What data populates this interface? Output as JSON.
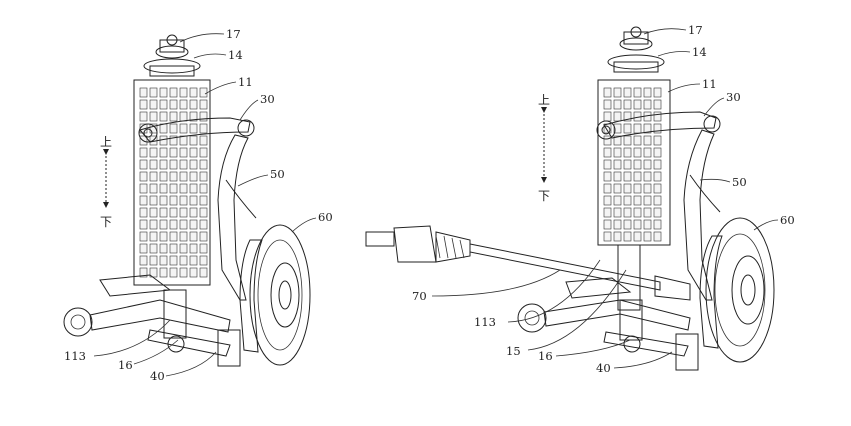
{
  "left_view": {
    "direction": {
      "up": "上",
      "down": "下"
    },
    "labels": {
      "l17": "17",
      "l14": "14",
      "l11": "11",
      "l30": "30",
      "l50": "50",
      "l60": "60",
      "l113": "113",
      "l16": "16",
      "l40": "40"
    }
  },
  "right_view": {
    "direction": {
      "up": "上",
      "down": "下"
    },
    "labels": {
      "l17": "17",
      "l14": "14",
      "l11": "11",
      "l30": "30",
      "l50": "50",
      "l60": "60",
      "l70": "70",
      "l113": "113",
      "l15": "15",
      "l16": "16",
      "l40": "40"
    }
  }
}
